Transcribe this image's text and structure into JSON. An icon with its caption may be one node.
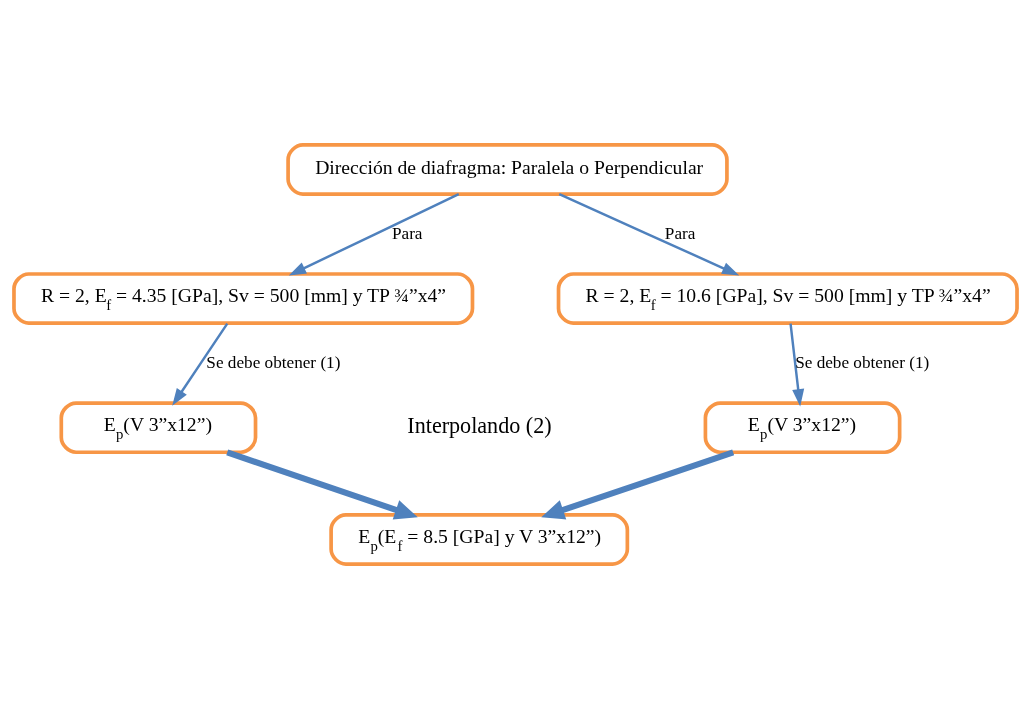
{
  "diagram": {
    "nodes": [
      {
        "text": [
          "Dirección de diafragma: Paralela o Perpendicular"
        ]
      },
      {
        "text": [
          "R = 2, E$_{f}$ = 4.35 [GPa], Sv = 500 [mm] y TP ¾”x4”"
        ]
      },
      {
        "text": [
          "R = 2, E$_{f}$ = 10.6 [GPa], Sv = 500 [mm] y TP ¾”x4”"
        ]
      },
      {
        "text": [
          "E$_{p}$(V 3”x12”)"
        ]
      },
      {
        "text": [
          "E$_{p}$(V 3”x12”)"
        ]
      },
      {
        "text": [
          "E$_{p}$(E$_{f}$ = 8.5 [GPa] y V 3”x12”)"
        ]
      }
    ],
    "edges": [
      {
        "from": 0,
        "to": 1,
        "arrow": "to",
        "label": "Para"
      },
      {
        "from": 0,
        "to": 2,
        "arrow": "to",
        "label": "Para"
      },
      {
        "from": 1,
        "to": 3,
        "arrow": "to",
        "label": "Se debe obtener (1)"
      },
      {
        "from": 2,
        "to": 4,
        "arrow": "to",
        "label": "Se debe obtener (1)"
      },
      {
        "from": 3,
        "to": 5,
        "arrow": "to",
        "style": "thick"
      },
      {
        "from": 4,
        "to": 5,
        "arrow": "to",
        "style": "thick"
      }
    ],
    "labels": [
      "Interpolando (2)"
    ]
  }
}
